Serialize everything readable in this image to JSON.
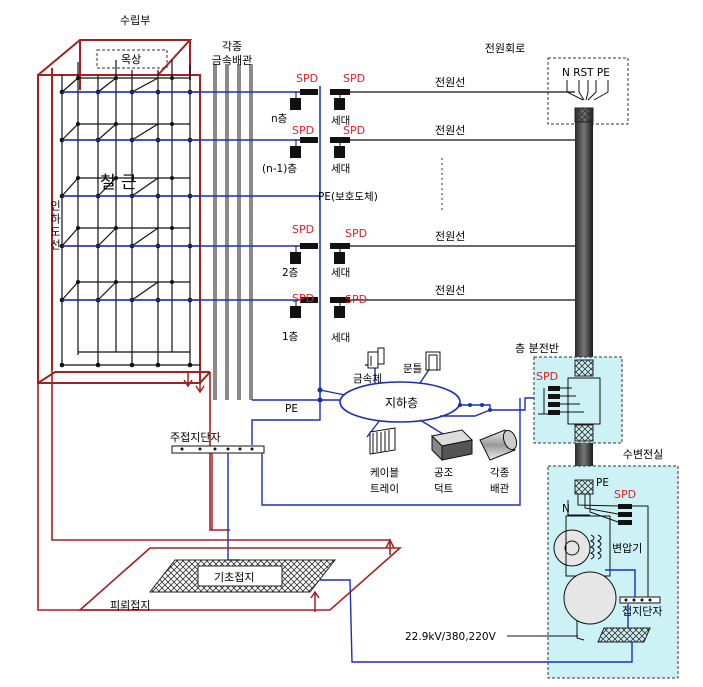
{
  "labels": {
    "roof_top": "수립부",
    "rooftop": "옥상",
    "metal_pipes_title_1": "각종",
    "metal_pipes_title_2": "금속배관",
    "power_circuit": "전원회로",
    "down_conductor": "인하도선",
    "rebar": "철 근",
    "spd": "SPD",
    "power_line": "전원선",
    "floor_n": "n층",
    "floor_n1": "(n-1)층",
    "floor_2": "2층",
    "floor_1": "1층",
    "household": "세대",
    "pe_conductor": "PE(보호도체)",
    "pe": "PE",
    "nrst": "N RST PE",
    "basement": "지하층",
    "metal_body": "금속체",
    "door_frame": "문틀",
    "cable_tray_1": "케이블",
    "cable_tray_2": "트레이",
    "duct_1": "공조",
    "duct_2": "덕트",
    "pipes_1": "각종",
    "pipes_2": "배관",
    "floor_panel": "층 분전반",
    "main_ground_terminal": "주접지단자",
    "foundation_ground": "기초접지",
    "lightning_ground": "피뢰접지",
    "substation": "수변전실",
    "transformer": "변압기",
    "ground_terminal": "접지단자",
    "n_label": "N",
    "voltage": "22.9kV/380,220V"
  },
  "colors": {
    "red": "#a52020",
    "blue": "#1a2fb8",
    "spd_red": "#e02020",
    "cyan_bg": "#ccf2f6",
    "black": "#000000",
    "gray_pipe": "#9a9a9a"
  }
}
